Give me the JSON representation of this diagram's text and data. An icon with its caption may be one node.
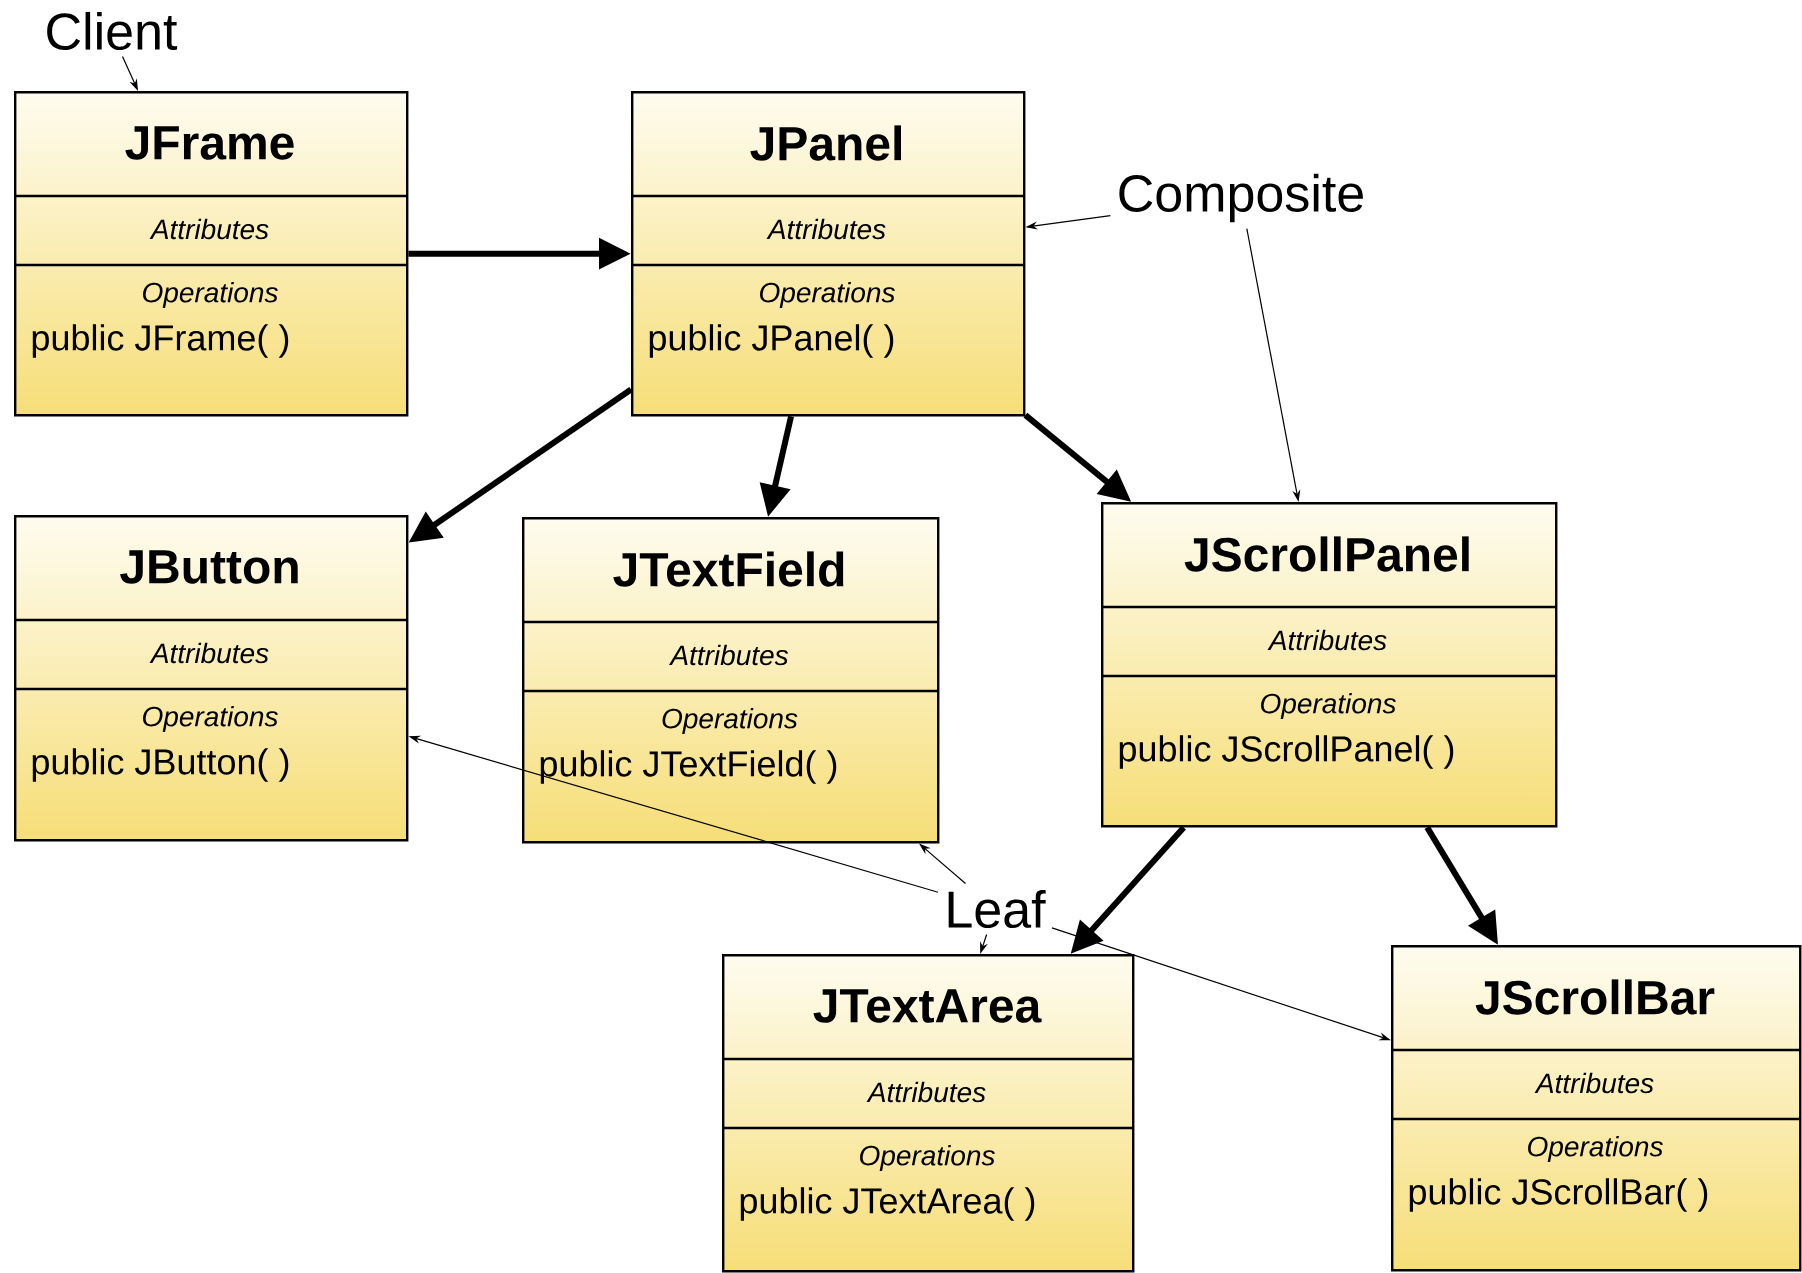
{
  "diagram": {
    "nodes": [
      {
        "text": [
          "JFrame",
          "Attributes",
          "Operations",
          "public JFrame( )"
        ]
      },
      {
        "text": [
          "JPanel",
          "Attributes",
          "Operations",
          "public JPanel( )"
        ]
      },
      {
        "text": [
          "JButton",
          "Attributes",
          "Operations",
          "public JButton( )"
        ]
      },
      {
        "text": [
          "JTextField",
          "Attributes",
          "Operations",
          "public JTextField( )"
        ]
      },
      {
        "text": [
          "JScrollPanel",
          "Attributes",
          "Operations",
          "public JScrollPanel( )"
        ]
      },
      {
        "text": [
          "JTextArea",
          "Attributes",
          "Operations",
          "public JTextArea( )"
        ]
      },
      {
        "text": [
          "JScrollBar",
          "Attributes",
          "Operations",
          "public JScrollBar( )"
        ]
      },
      {
        "text": [
          "Client"
        ]
      },
      {
        "text": [
          "Composite"
        ]
      },
      {
        "text": [
          "Leaf"
        ]
      }
    ],
    "edges": [
      {
        "from": 0,
        "to": 1,
        "arrow": "to",
        "style": "thick"
      },
      {
        "from": 1,
        "to": 2,
        "arrow": "to",
        "style": "thick"
      },
      {
        "from": 1,
        "to": 3,
        "arrow": "to",
        "style": "thick"
      },
      {
        "from": 1,
        "to": 4,
        "arrow": "to",
        "style": "thick"
      },
      {
        "from": 4,
        "to": 5,
        "arrow": "to",
        "style": "thick"
      },
      {
        "from": 4,
        "to": 6,
        "arrow": "to",
        "style": "thick"
      },
      {
        "from": 7,
        "to": 0,
        "arrow": "to"
      },
      {
        "from": 8,
        "to": 1,
        "arrow": "to"
      },
      {
        "from": 8,
        "to": 4,
        "arrow": "to"
      },
      {
        "from": 9,
        "to": 2,
        "arrow": "to"
      },
      {
        "from": 9,
        "to": 3,
        "arrow": "to"
      },
      {
        "from": 9,
        "to": 5,
        "arrow": "to"
      },
      {
        "from": 9,
        "to": 6,
        "arrow": "to"
      }
    ]
  }
}
